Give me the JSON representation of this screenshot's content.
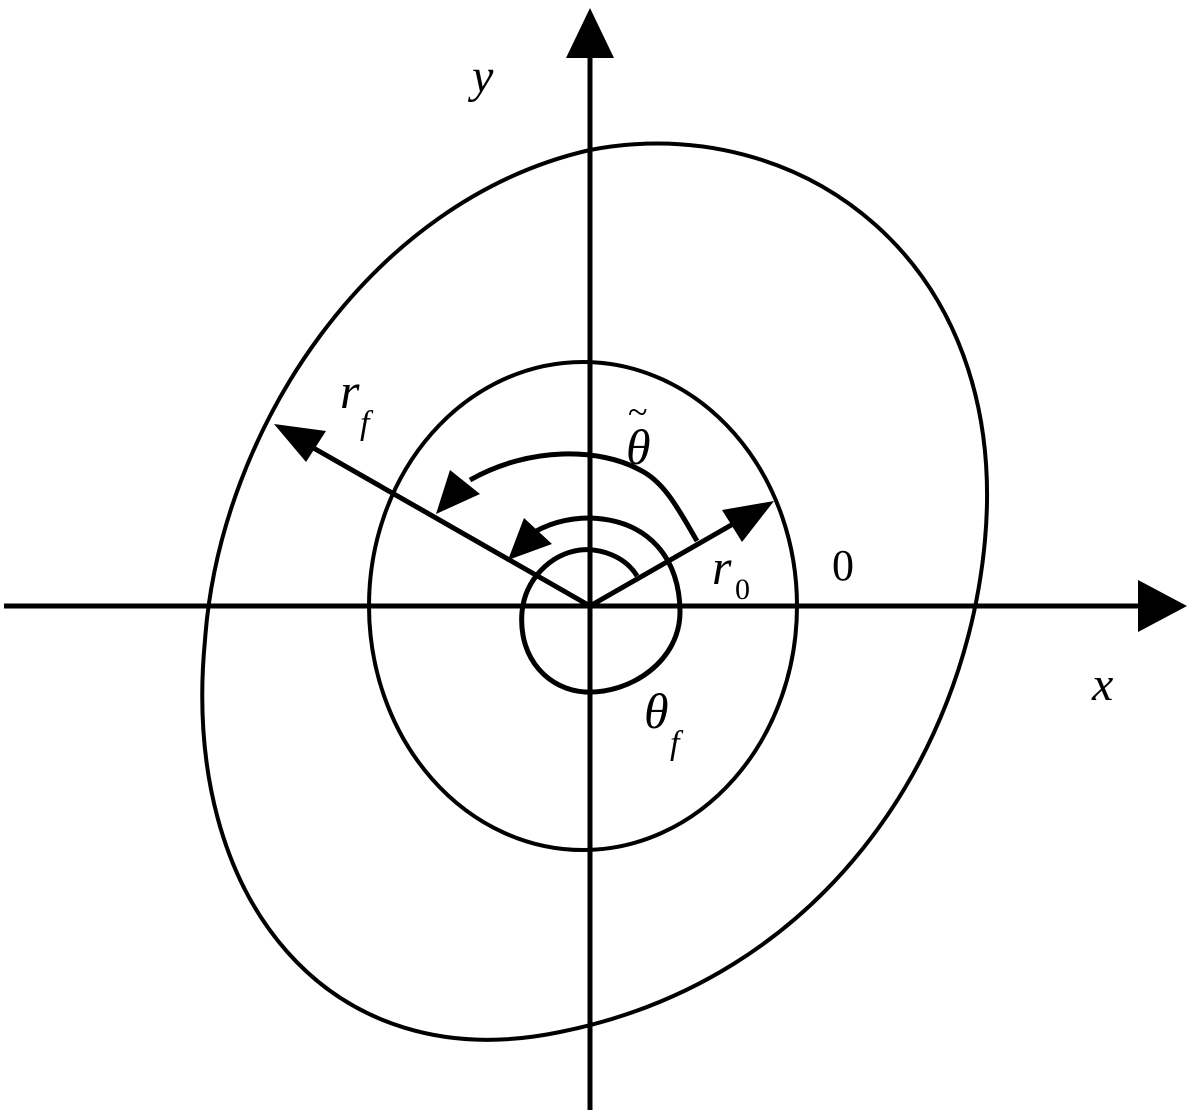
{
  "diagram": {
    "axis_labels": {
      "x": "x",
      "y": "y"
    },
    "symbols": {
      "r_f": {
        "main": "r",
        "sub": "f"
      },
      "r_0": {
        "main": "r",
        "sub": "0"
      },
      "theta_tilde": {
        "main": "θ",
        "accent": "~"
      },
      "theta_f": {
        "main": "θ",
        "sub": "f"
      },
      "zero_angle": "0"
    },
    "colors": {
      "stroke": "#000000",
      "background": "#ffffff"
    }
  }
}
